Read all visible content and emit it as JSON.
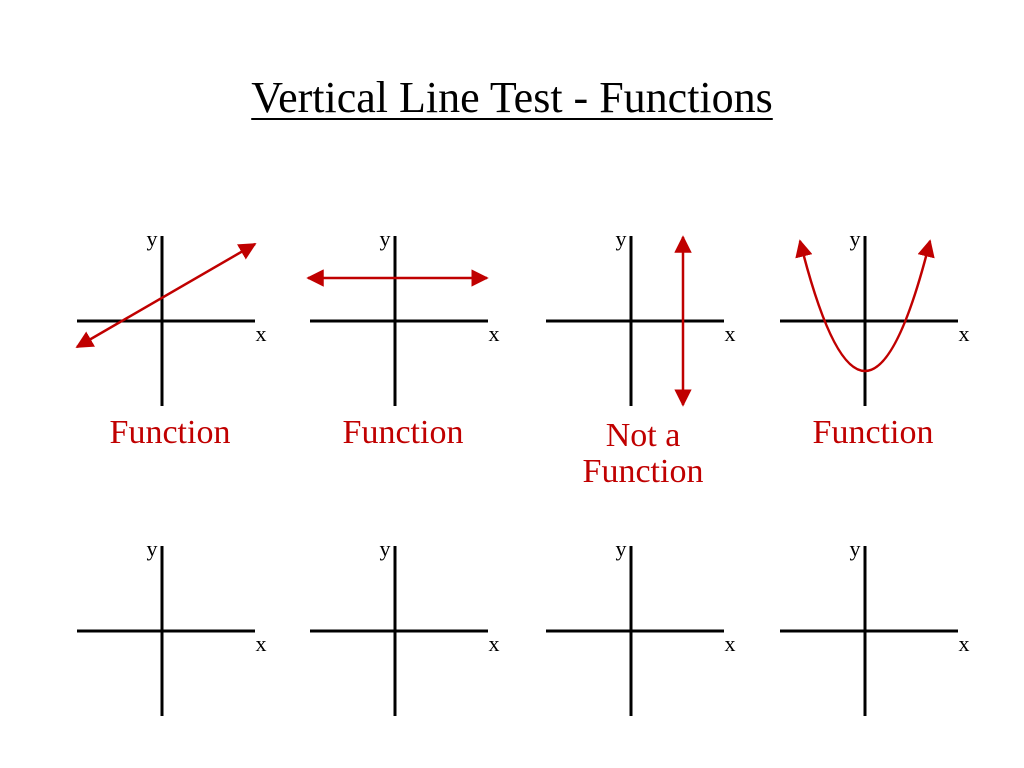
{
  "title": "Vertical Line Test - Functions",
  "colors": {
    "axis": "#000000",
    "graph": "#c00000",
    "caption": "#c00000"
  },
  "graphs": [
    {
      "kind": "line",
      "x_label": "x",
      "y_label": "y",
      "caption_lines": [
        "Function"
      ]
    },
    {
      "kind": "horizontal",
      "x_label": "x",
      "y_label": "y",
      "caption_lines": [
        "Function"
      ]
    },
    {
      "kind": "vertical",
      "x_label": "x",
      "y_label": "y",
      "caption_lines": [
        "Not a",
        "Function"
      ]
    },
    {
      "kind": "parabola",
      "x_label": "x",
      "y_label": "y",
      "caption_lines": [
        "Function"
      ]
    },
    {
      "kind": "empty",
      "x_label": "x",
      "y_label": "y",
      "caption_lines": []
    },
    {
      "kind": "empty",
      "x_label": "x",
      "y_label": "y",
      "caption_lines": []
    },
    {
      "kind": "empty",
      "x_label": "x",
      "y_label": "y",
      "caption_lines": []
    },
    {
      "kind": "empty",
      "x_label": "x",
      "y_label": "y",
      "caption_lines": []
    }
  ]
}
